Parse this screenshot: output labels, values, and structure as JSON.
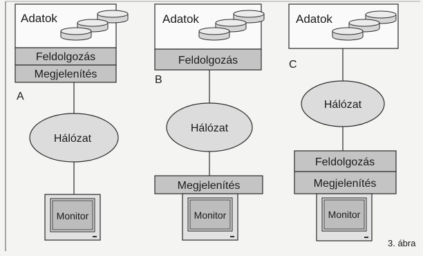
{
  "labels": {
    "data": "Adatok",
    "processing": "Feldolgozás",
    "presentation": "Megjelenítés",
    "network": "Hálózat",
    "monitor": "Monitor",
    "caption": "3. ábra"
  },
  "panels": [
    {
      "letter": "A"
    },
    {
      "letter": "B"
    },
    {
      "letter": "C"
    }
  ],
  "colors": {
    "layer_fill": "#c4c4c4",
    "ellipse_fill": "#dcdcdc",
    "cylinder_fill": "#d6d6d6",
    "stroke": "#2a2a2a"
  }
}
